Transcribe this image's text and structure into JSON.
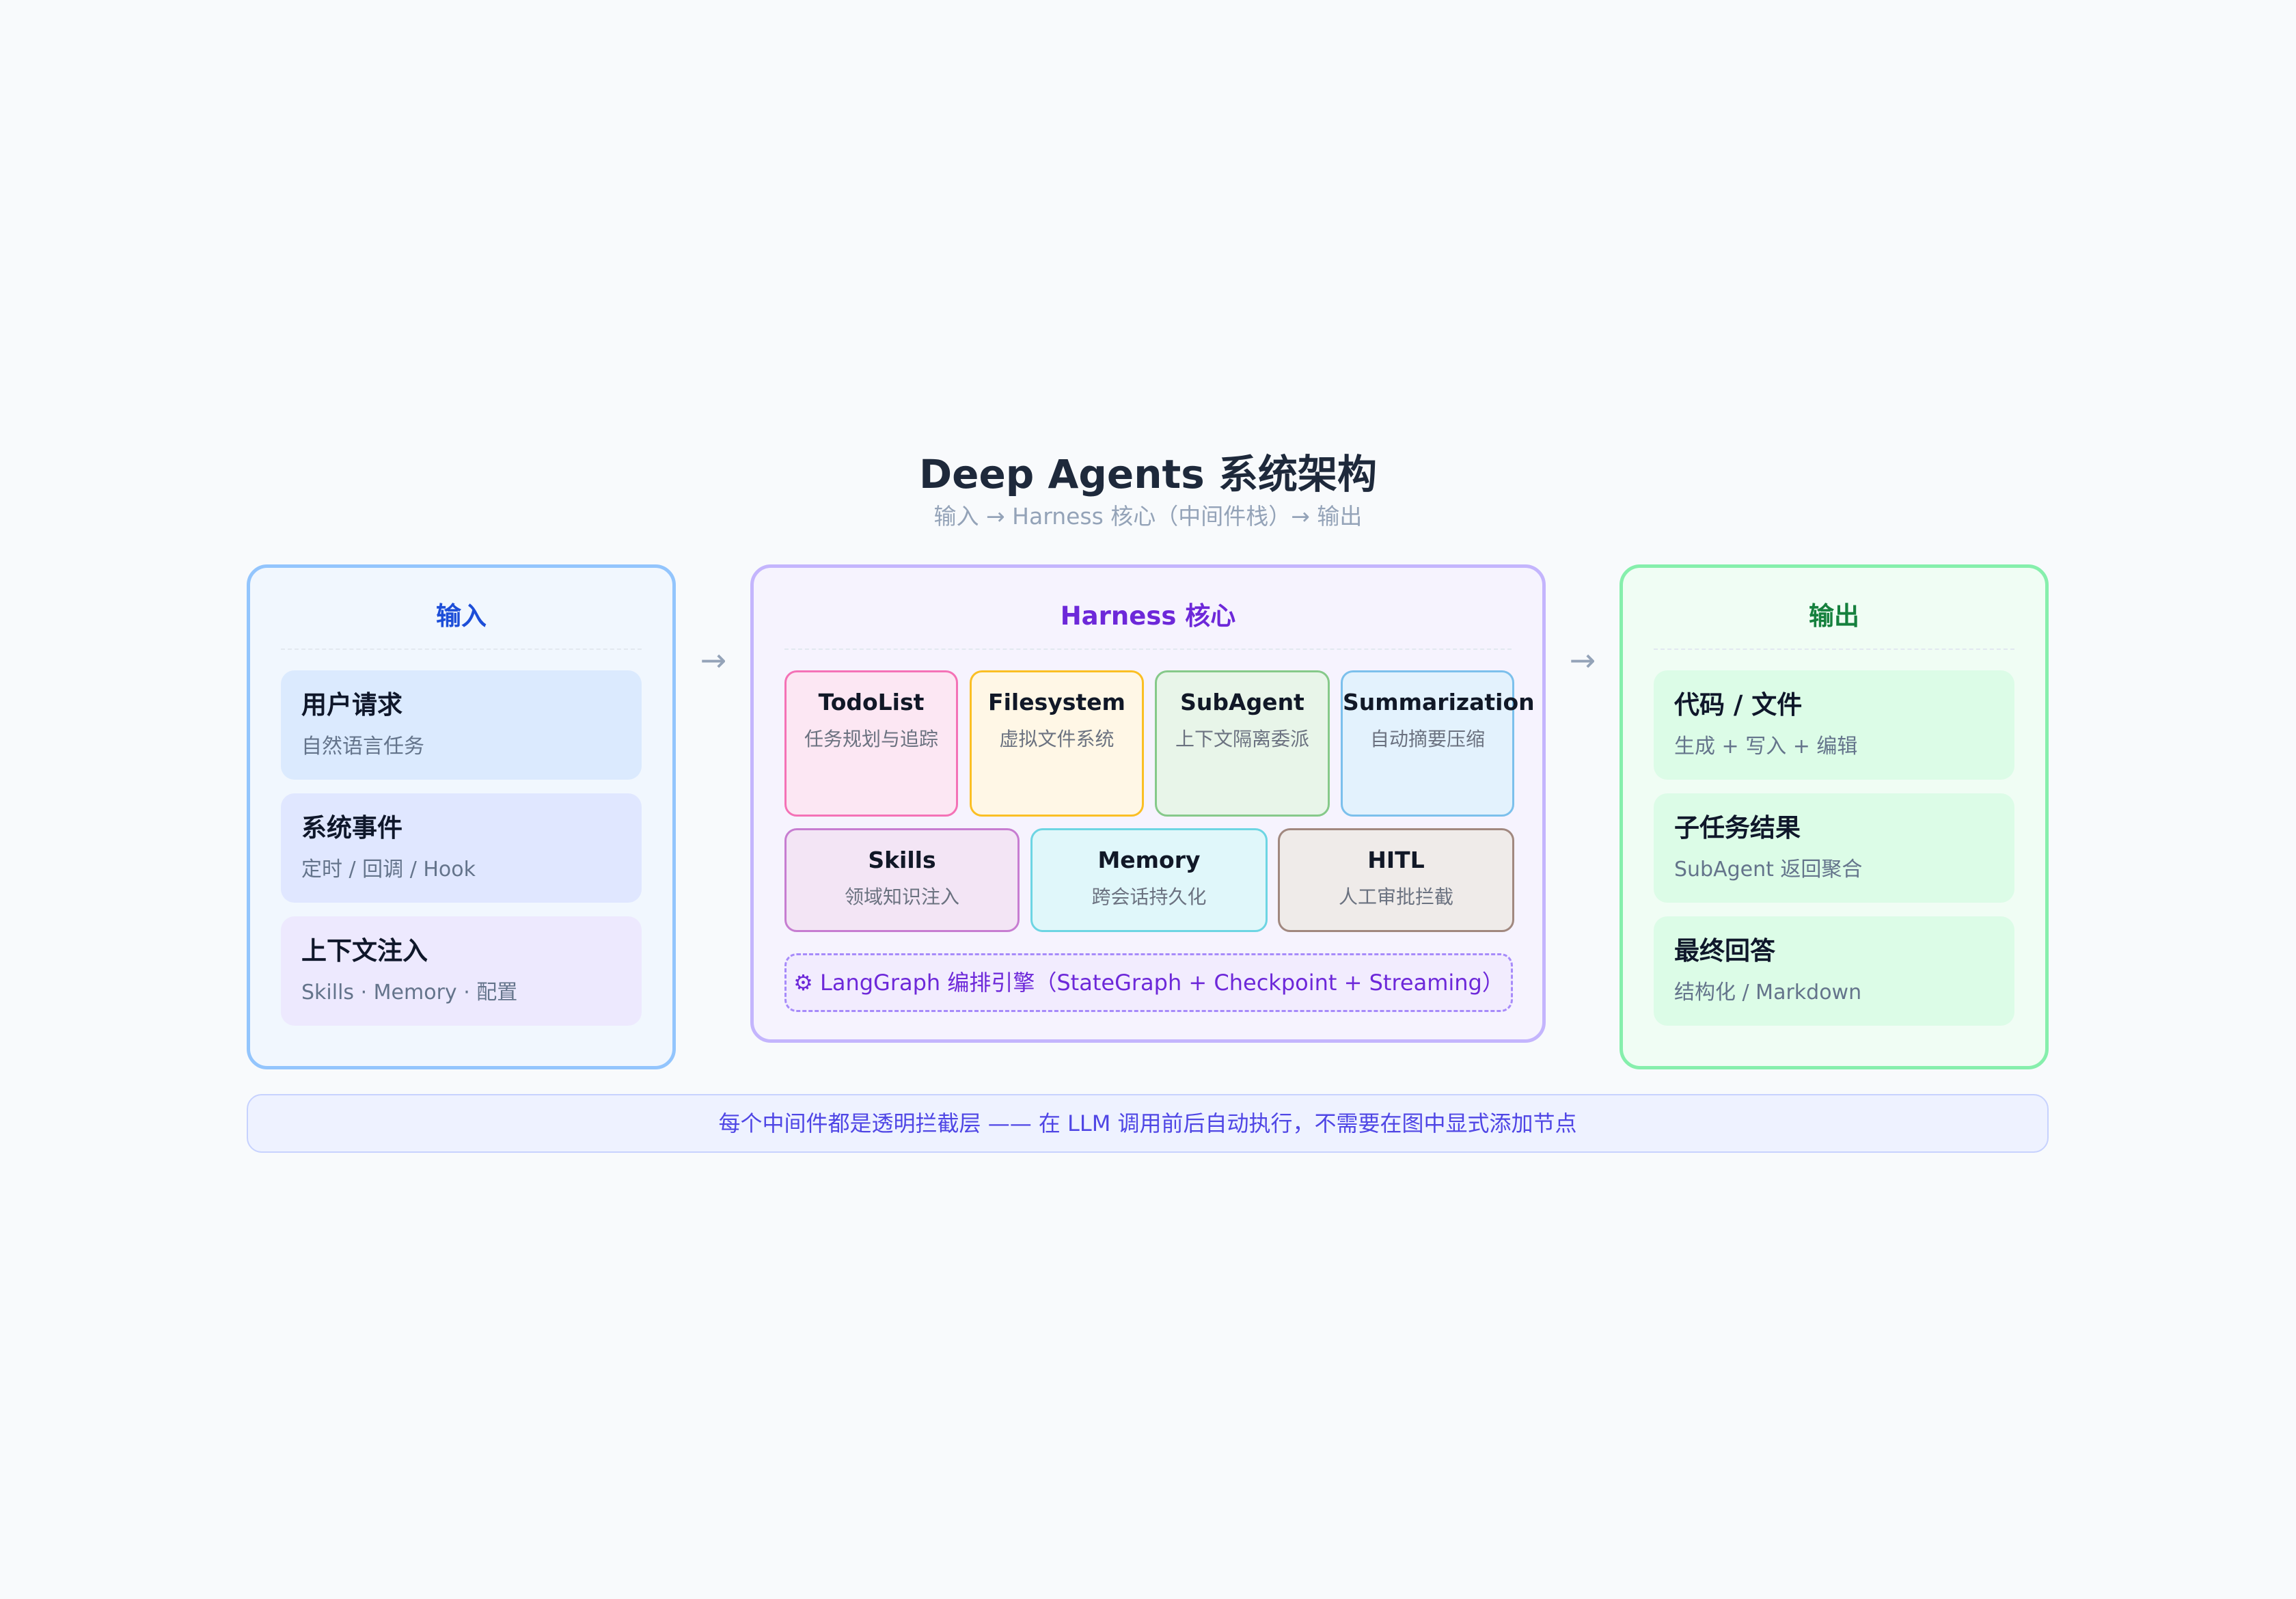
{
  "header": {
    "title": "Deep Agents 系统架构",
    "subtitle": "输入 → Harness 核心（中间件栈）→ 输出"
  },
  "input_panel": {
    "title": "输入",
    "cards": [
      {
        "title": "用户请求",
        "desc": "自然语言任务",
        "bg": "#dbeafe"
      },
      {
        "title": "系统事件",
        "desc": "定时 / 回调 / Hook",
        "bg": "#e0e7ff"
      },
      {
        "title": "上下文注入",
        "desc": "Skills · Memory · 配置",
        "bg": "#ede9fe"
      }
    ]
  },
  "core_panel": {
    "title": "Harness 核心",
    "row1": [
      {
        "title": "TodoList",
        "desc": "任务规划与追踪",
        "bg": "#fce7f3",
        "border": "#f472b6"
      },
      {
        "title": "Filesystem",
        "desc": "虚拟文件系统",
        "bg": "#fff7e6",
        "border": "#fbbf24"
      },
      {
        "title": "SubAgent",
        "desc": "上下文隔离委派",
        "bg": "#e8f5e9",
        "border": "#86c98a"
      },
      {
        "title": "Summarization",
        "desc": "自动摘要压缩",
        "bg": "#e3f2fd",
        "border": "#7cc0ec"
      }
    ],
    "row2": [
      {
        "title": "Skills",
        "desc": "领域知识注入",
        "bg": "#f3e5f5",
        "border": "#c77dd1"
      },
      {
        "title": "Memory",
        "desc": "跨会话持久化",
        "bg": "#e0f7fa",
        "border": "#6dd5e3"
      },
      {
        "title": "HITL",
        "desc": "人工审批拦截",
        "bg": "#efebe9",
        "border": "#a1887f"
      }
    ],
    "engine": "⚙ LangGraph 编排引擎（StateGraph + Checkpoint + Streaming）"
  },
  "output_panel": {
    "title": "输出",
    "cards": [
      {
        "title": "代码 / 文件",
        "desc": "生成 + 写入 + 编辑",
        "bg": "#dcfce7"
      },
      {
        "title": "子任务结果",
        "desc": "SubAgent 返回聚合",
        "bg": "#dcfce7"
      },
      {
        "title": "最终回答",
        "desc": "结构化 / Markdown",
        "bg": "#dcfce7"
      }
    ]
  },
  "arrows": {
    "left": "→",
    "right": "→"
  },
  "footer": {
    "note": "每个中间件都是透明拦截层 —— 在 LLM 调用前后自动执行，不需要在图中显式添加节点"
  }
}
